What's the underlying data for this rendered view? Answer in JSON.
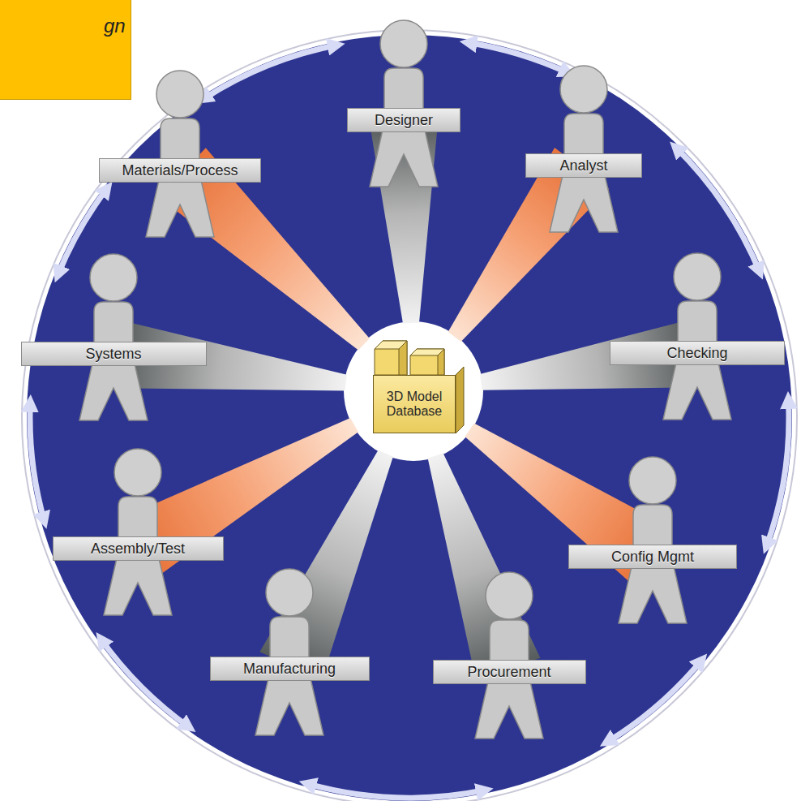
{
  "diagram": {
    "nodes": [
      {
        "text": [
          "Designer"
        ]
      },
      {
        "text": [
          "Analyst"
        ]
      },
      {
        "text": [
          "Checking"
        ]
      },
      {
        "text": [
          "Config Mgmt"
        ]
      },
      {
        "text": [
          "Procurement"
        ]
      },
      {
        "text": [
          "Manufacturing"
        ]
      },
      {
        "text": [
          "Assembly/Test"
        ]
      },
      {
        "text": [
          "Systems"
        ]
      },
      {
        "text": [
          "Materials/Process"
        ]
      },
      {
        "text": [
          "3D Model Database"
        ]
      }
    ],
    "edges": [
      {
        "from": 0,
        "to": 1,
        "arrow": "both"
      },
      {
        "from": 1,
        "to": 2,
        "arrow": "both"
      },
      {
        "from": 2,
        "to": 3,
        "arrow": "both"
      },
      {
        "from": 3,
        "to": 4,
        "arrow": "both"
      },
      {
        "from": 4,
        "to": 5,
        "arrow": "both"
      },
      {
        "from": 5,
        "to": 6,
        "arrow": "both"
      },
      {
        "from": 6,
        "to": 7,
        "arrow": "both"
      },
      {
        "from": 7,
        "to": 8,
        "arrow": "both"
      },
      {
        "from": 8,
        "to": 0,
        "arrow": "both"
      },
      {
        "from": 9,
        "to": 0,
        "arrow": "none"
      },
      {
        "from": 9,
        "to": 1,
        "arrow": "none"
      },
      {
        "from": 9,
        "to": 2,
        "arrow": "none"
      },
      {
        "from": 9,
        "to": 3,
        "arrow": "none"
      },
      {
        "from": 9,
        "to": 4,
        "arrow": "none"
      },
      {
        "from": 9,
        "to": 5,
        "arrow": "none"
      },
      {
        "from": 9,
        "to": 6,
        "arrow": "none"
      },
      {
        "from": 9,
        "to": 7,
        "arrow": "none"
      },
      {
        "from": 9,
        "to": 8,
        "arrow": "none"
      }
    ],
    "labels": [
      "gn"
    ]
  }
}
